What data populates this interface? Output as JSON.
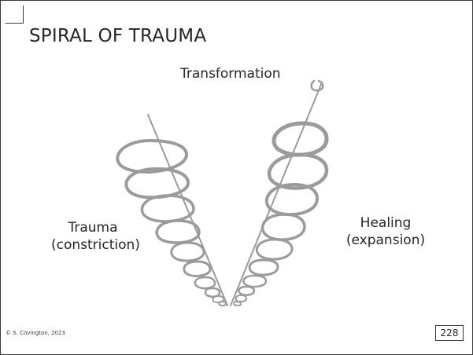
{
  "slide": {
    "title": "SPIRAL OF TRAUMA",
    "labels": {
      "transformation": "Transformation",
      "trauma_line1": "Trauma",
      "trauma_line2": "(constriction)",
      "healing_line1": "Healing",
      "healing_line2": "(expansion)"
    },
    "footer": "© S. Covington, 2023",
    "page_number": "228"
  },
  "colors": {
    "text": "#262626",
    "spiral": "#9b9b9b",
    "border": "#3a3a3a"
  }
}
